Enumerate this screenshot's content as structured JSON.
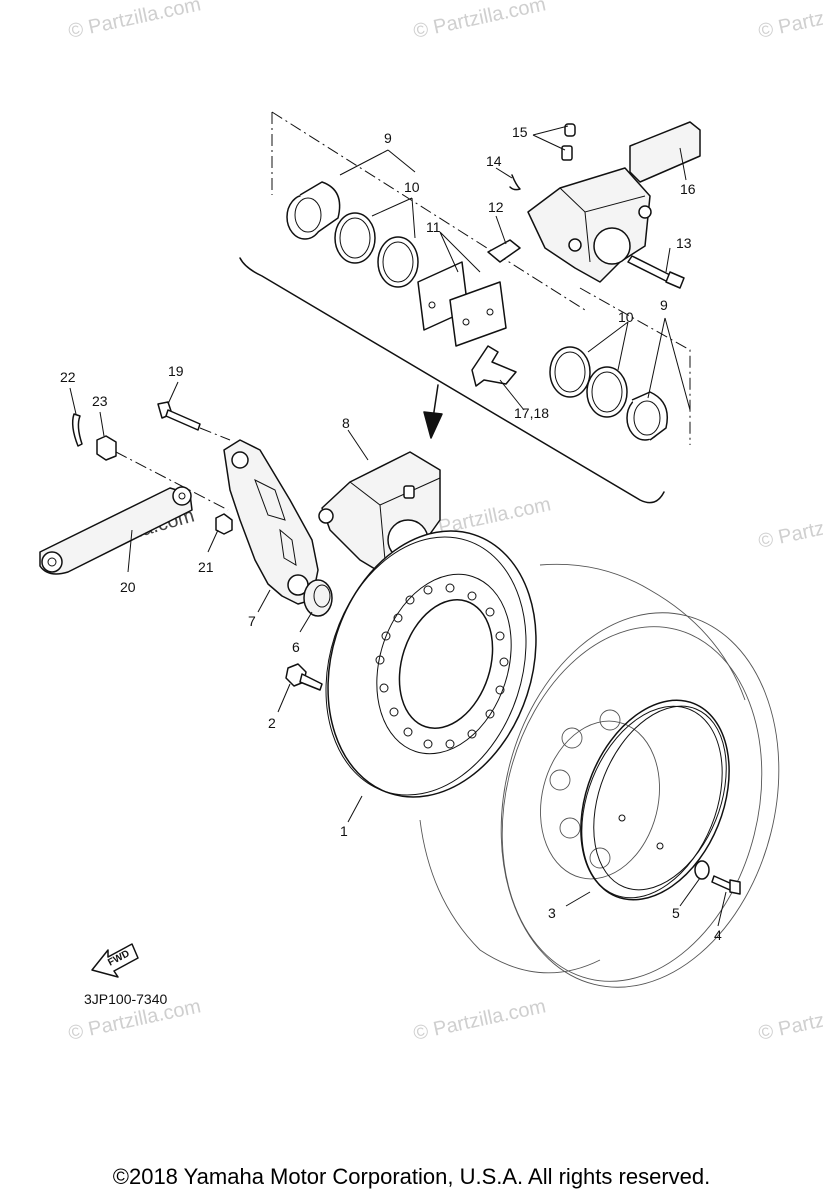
{
  "callouts": {
    "c1": "1",
    "c2": "2",
    "c3": "3",
    "c4": "4",
    "c5": "5",
    "c6": "6",
    "c7": "7",
    "c8": "8",
    "c9a": "9",
    "c9b": "9",
    "c10a": "10",
    "c10b": "10",
    "c11": "11",
    "c12": "12",
    "c13": "13",
    "c14": "14",
    "c15": "15",
    "c16": "16",
    "c1718": "17,18",
    "c19": "19",
    "c20": "20",
    "c21": "21",
    "c22": "22",
    "c23": "23"
  },
  "diagram_code": "3JP100-7340",
  "fwd_label": "FWD",
  "watermark": "© Partzilla.com",
  "copyright": "©2018 Yamaha Motor Corporation, U.S.A. All rights reserved."
}
